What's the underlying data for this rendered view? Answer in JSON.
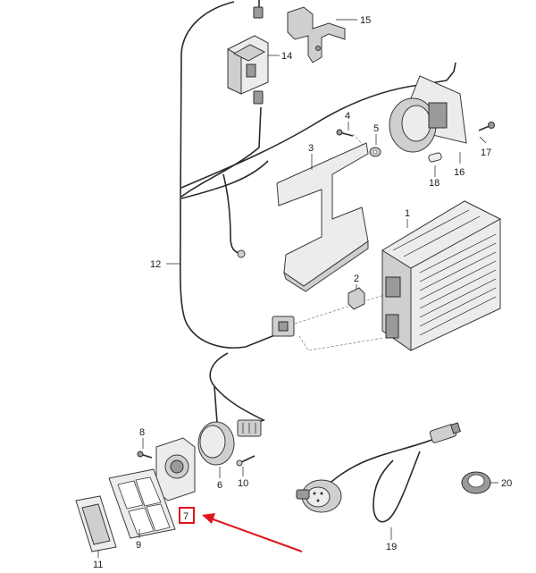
{
  "diagram": {
    "labels": [
      "1",
      "2",
      "3",
      "4",
      "5",
      "6",
      "7",
      "8",
      "9",
      "10",
      "11",
      "12",
      "14",
      "15",
      "16",
      "17",
      "18",
      "19",
      "20"
    ],
    "highlight": {
      "label": "7",
      "color": "#e0151b"
    },
    "colors": {
      "line": "#2a2a2a",
      "accent": "#e0151b",
      "background": "#ffffff"
    }
  }
}
